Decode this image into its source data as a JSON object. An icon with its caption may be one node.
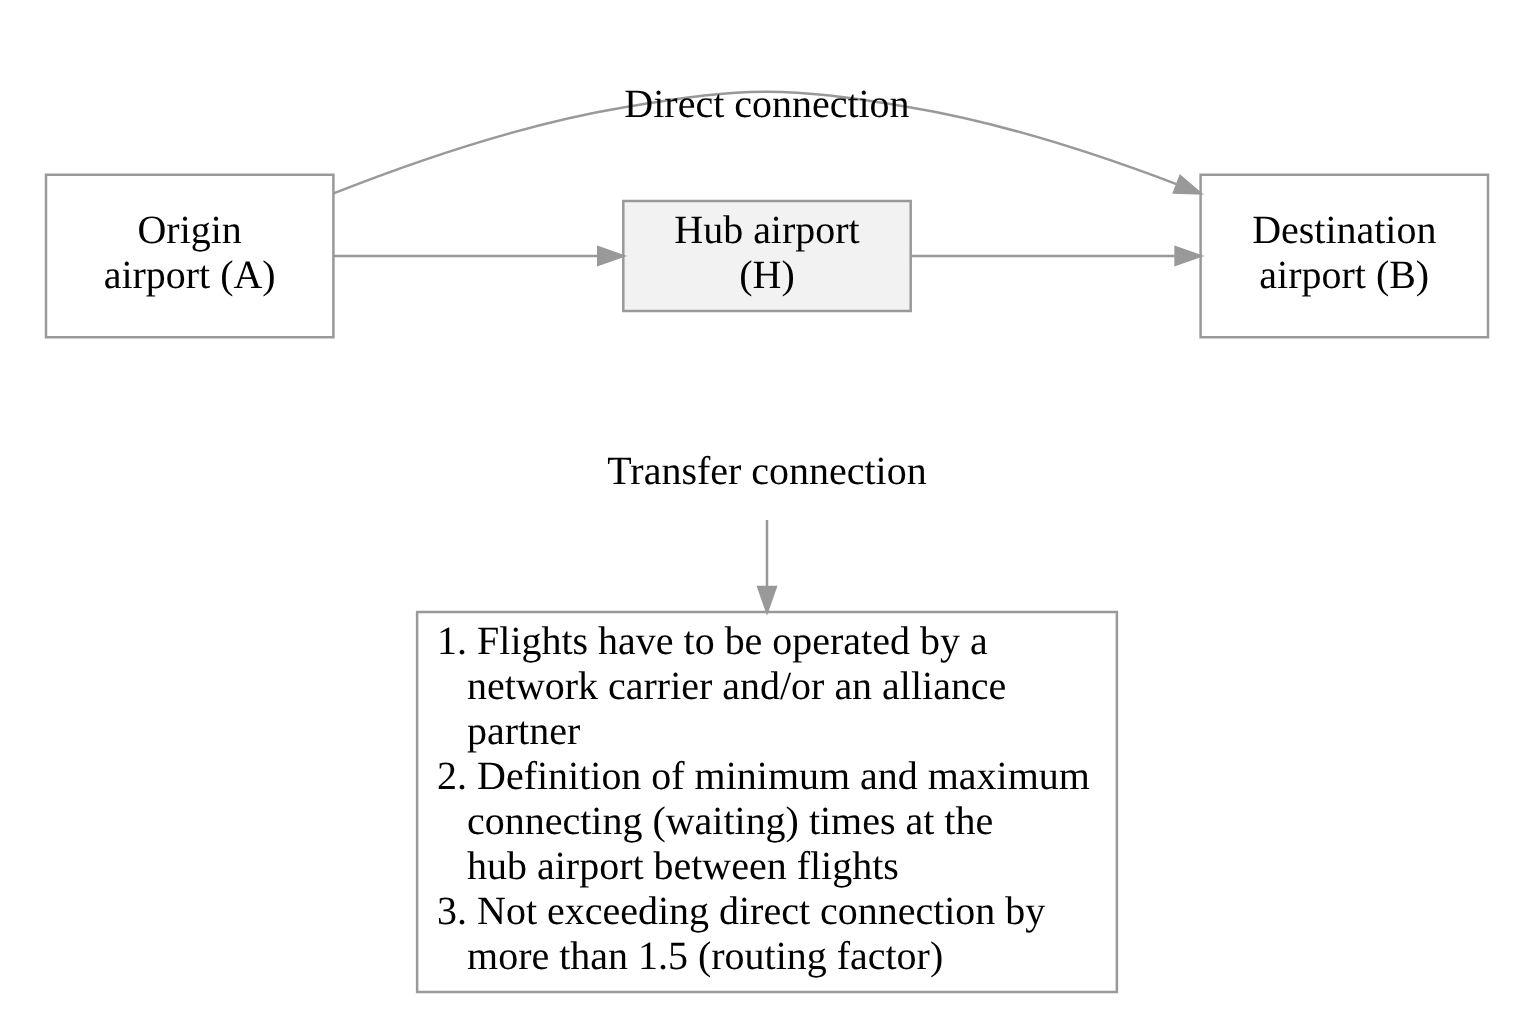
{
  "diagram": {
    "nodes": [
      {
        "text": [
          "Origin airport (A)"
        ]
      },
      {
        "text": [
          "Hub airport (H)"
        ]
      },
      {
        "text": [
          "Destination airport (B)"
        ]
      },
      {
        "text": [
          "Transfer connection"
        ]
      },
      {
        "text": [
          "1. Flights have to be operated by a network carrier and/or an alliance partner",
          "2. Definition of minimum and maximum connecting (waiting) times at the hub airport between flights",
          "3. Not exceeding direct connection by more than 1.5 (routing factor)"
        ]
      }
    ],
    "edges": [
      {
        "from": 0,
        "to": 2,
        "arrow": "to",
        "label": "Direct connection"
      },
      {
        "from": 0,
        "to": 1,
        "arrow": "to"
      },
      {
        "from": 1,
        "to": 2,
        "arrow": "to"
      },
      {
        "from": 3,
        "to": 4,
        "arrow": "to"
      }
    ]
  }
}
